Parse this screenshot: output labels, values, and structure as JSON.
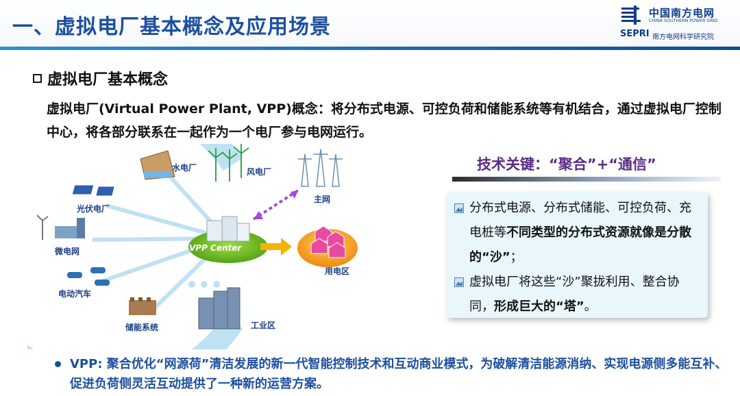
{
  "header": {
    "title": "一、虚拟电厂基本概念及应用场景",
    "logo_cn": "中国南方电网",
    "logo_en": "CHINA SOUTHERN POWER GRID",
    "logo_sepri": "SEPRI",
    "logo_sepri_cn": "南方电网科学研究院"
  },
  "section": {
    "heading": "虚拟电厂基本概念",
    "intro": "虚拟电厂(Virtual Power Plant, VPP)概念：将分布式电源、可控负荷和储能系统等有机结合，通过虚拟电厂控制中心，将各部分联系在一起作为一个电厂参与电网运行。"
  },
  "diagram": {
    "labels": {
      "hydro": "水电厂",
      "wind": "风电厂",
      "grid": "主网",
      "pv": "光伏电厂",
      "microgrid": "微电网",
      "ev": "电动汽车",
      "storage": "储能系统",
      "industrial": "工业区",
      "consumer": "用电区",
      "center": "VPP Center"
    }
  },
  "tech": {
    "title": "技术关键：“聚合”+“通信”",
    "bullet1_a": "分布式电源、分布式储能、可控负荷、充电桩等",
    "bullet1_b": "不同类型的分布式资源就像是分散的“沙”",
    "bullet1_c": "；",
    "bullet2_a": "虚拟电厂将这些“沙”聚拢利用、整合协同，",
    "bullet2_b": "形成巨大的“塔”",
    "bullet2_c": "。"
  },
  "bottom": {
    "text": "VPP: 聚合优化“网源荷”清洁发展的新一代智能控制技术和互动商业模式，为破解清洁能源消纳、实现电源侧多能互补、促进负荷侧灵活互动提供了一种新的运营方案。"
  },
  "colors": {
    "title_blue": "#1d4f9f",
    "tech_purple": "#5b2a86",
    "panel_bg": "#e9f6fb",
    "ring_blue": "#bfe2f3"
  }
}
